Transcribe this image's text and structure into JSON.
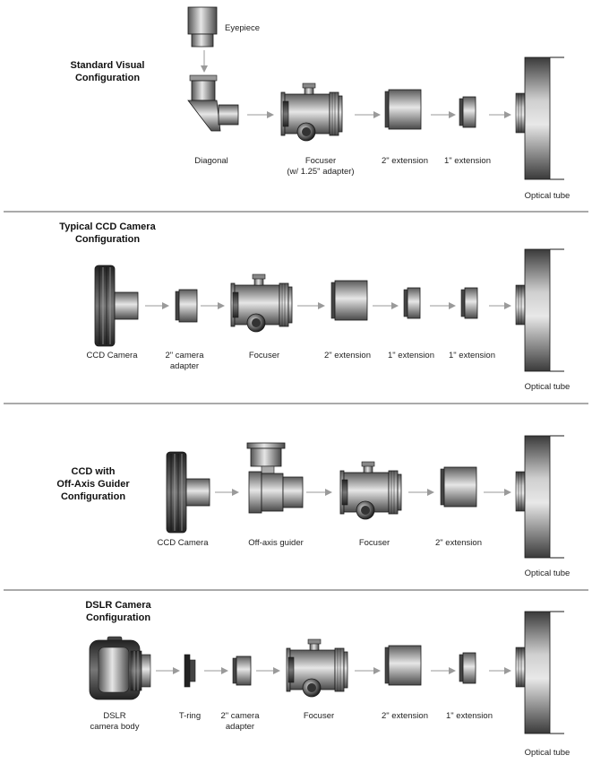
{
  "colors": {
    "metal_dark": "#5a5a5a",
    "metal_light": "#e2e2e2",
    "outline": "#1a1a1a",
    "arrow": "#9a9a9a"
  },
  "sections": [
    {
      "title_lines": [
        "Standard Visual",
        "Configuration"
      ],
      "labels": {
        "eyepiece": "Eyepiece",
        "diagonal": "Diagonal",
        "focuser_1": "Focuser",
        "focuser_2": "(w/ 1.25\" adapter)",
        "ext2": "2\" extension",
        "ext1": "1\" extension",
        "tube": "Optical tube"
      }
    },
    {
      "title_lines": [
        "Typical CCD Camera",
        "Configuration"
      ],
      "labels": {
        "camera": "CCD Camera",
        "adapter_1": "2\" camera",
        "adapter_2": "adapter",
        "focuser": "Focuser",
        "ext2": "2\" extension",
        "ext1a": "1\" extension",
        "ext1b": "1\" extension",
        "tube": "Optical tube"
      }
    },
    {
      "title_lines": [
        "CCD with",
        "Off-Axis Guider",
        "Configuration"
      ],
      "labels": {
        "camera": "CCD Camera",
        "guider": "Off-axis guider",
        "focuser": "Focuser",
        "ext2": "2\" extension",
        "tube": "Optical tube"
      }
    },
    {
      "title_lines": [
        "DSLR Camera",
        "Configuration"
      ],
      "labels": {
        "body_1": "DSLR",
        "body_2": "camera body",
        "tring": "T-ring",
        "adapter_1": "2\" camera",
        "adapter_2": "adapter",
        "focuser": "Focuser",
        "ext2": "2\" extension",
        "ext1": "1\" extension",
        "tube": "Optical tube"
      }
    }
  ]
}
